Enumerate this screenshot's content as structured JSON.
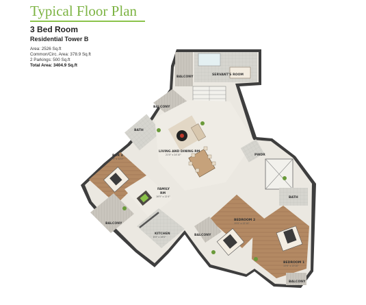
{
  "header": {
    "title": "Typical Floor Plan",
    "unit_type": "3 Bed Room",
    "tower": "Residential Tower B"
  },
  "specs": [
    "Area: 2526 Sq.ft",
    "Common/Circ. Area: 378.9 Sq.ft",
    "2 Parkings: 500 Sq.ft"
  ],
  "total_area": "Total Area: 3404.9 Sq.ft",
  "rooms": {
    "balcony_top": "BALCONY",
    "servants_room": "SERVANT'S ROOM",
    "balcony_mid": "BALCONY",
    "bath_left": "BATH",
    "living_dining": "LIVING AND DINING RM",
    "living_dining_dim": "21'0\" x 24'10\"",
    "bed3": "BDR 3",
    "bed3_dim": "14'4\" x 12'2\"",
    "family": "FAMILY",
    "family2": "RM",
    "family_dim": "16'5\" x 12'4\"",
    "balcony_left": "BALCONY",
    "kitchen": "KITCHEN",
    "kitchen_dim": "8'0\" x 16'0\"",
    "powder": "PWDR",
    "bedroom2": "BEDROOM 2",
    "bedroom2_dim": "15'0\" x 12'10\"",
    "bath_right": "BATH",
    "balcony_right": "BALCONY",
    "bedroom1": "BEDROOM 1",
    "bedroom1_dim": "15'6\" x 13'10\"",
    "balcony_bottom": "BALCONY"
  },
  "colors": {
    "title": "#7cb342",
    "wall": "#4a4a4a",
    "floor": "#e8e4dc",
    "wood": "#b38963",
    "tile": "#d2d2cc"
  }
}
